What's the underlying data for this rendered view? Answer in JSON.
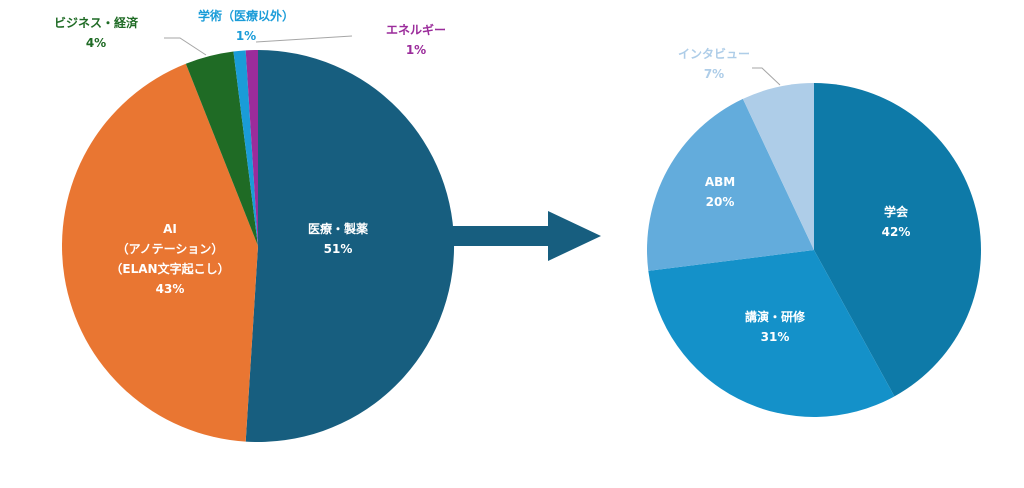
{
  "chart_data": [
    {
      "type": "pie",
      "title": "",
      "slices": [
        {
          "label_lines": [
            "医療・製薬"
          ],
          "value": 51,
          "value_text": "51%",
          "color": "#175e7f",
          "label_color": "#ffffff"
        },
        {
          "label_lines": [
            "AI",
            "（アノテーション）",
            "（ELAN文字起こし）"
          ],
          "value": 43,
          "value_text": "43%",
          "color": "#e97632",
          "label_color": "#ffffff"
        },
        {
          "label_lines": [
            "ビジネス・経済"
          ],
          "value": 4,
          "value_text": "4%",
          "color": "#1f6b25",
          "label_color": "#1f6b25"
        },
        {
          "label_lines": [
            "学術（医療以外）"
          ],
          "value": 1,
          "value_text": "1%",
          "color": "#1a9cd8",
          "label_color": "#1a9cd8"
        },
        {
          "label_lines": [
            "エネルギー"
          ],
          "value": 1,
          "value_text": "1%",
          "color": "#9b2c9b",
          "label_color": "#9b2c9b"
        }
      ]
    },
    {
      "type": "pie",
      "title": "",
      "slices": [
        {
          "label_lines": [
            "学会"
          ],
          "value": 42,
          "value_text": "42%",
          "color": "#0e7aa8",
          "label_color": "#ffffff"
        },
        {
          "label_lines": [
            "講演・研修"
          ],
          "value": 31,
          "value_text": "31%",
          "color": "#1491c9",
          "label_color": "#ffffff"
        },
        {
          "label_lines": [
            "ABM"
          ],
          "value": 20,
          "value_text": "20%",
          "color": "#63acdc",
          "label_color": "#ffffff"
        },
        {
          "label_lines": [
            "インタビュー"
          ],
          "value": 7,
          "value_text": "7%",
          "color": "#aecde8",
          "label_color": "#aecde8"
        }
      ]
    }
  ],
  "arrow": {
    "color": "#175e7f",
    "icon": "right-arrow-icon"
  }
}
